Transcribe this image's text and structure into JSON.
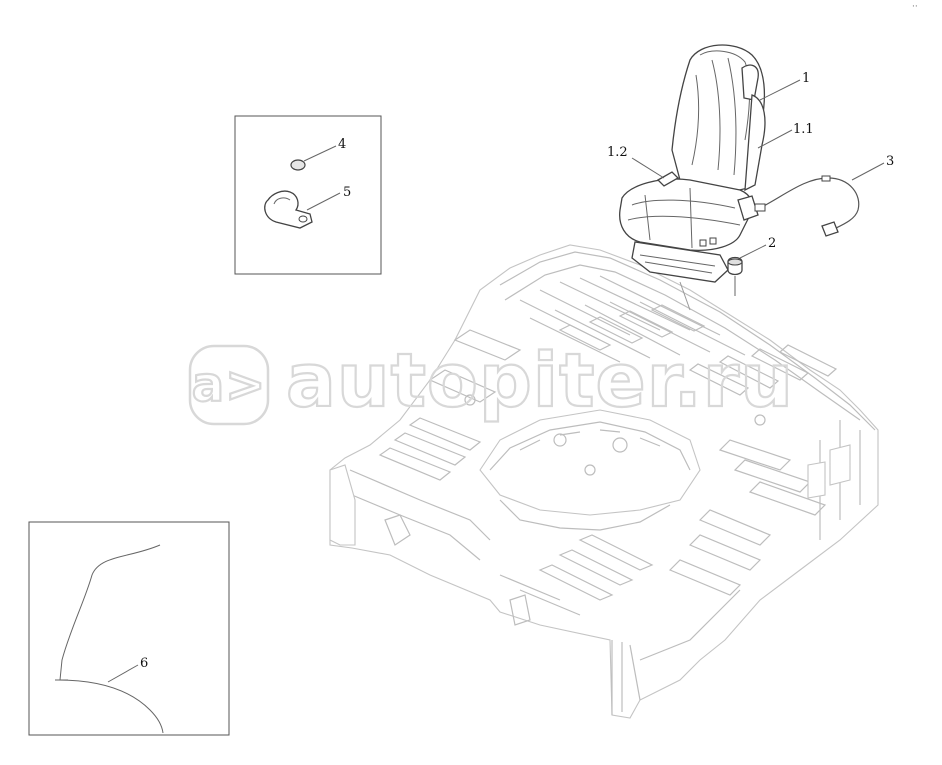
{
  "callouts": {
    "c1": "1",
    "c1_1": "1.1",
    "c1_2": "1.2",
    "c2": "2",
    "c3": "3",
    "c4": "4",
    "c5": "5",
    "c6": "6"
  },
  "watermark": {
    "text": "autopiter.ru",
    "logo_glyph": "a>"
  },
  "corner_mark": "··"
}
